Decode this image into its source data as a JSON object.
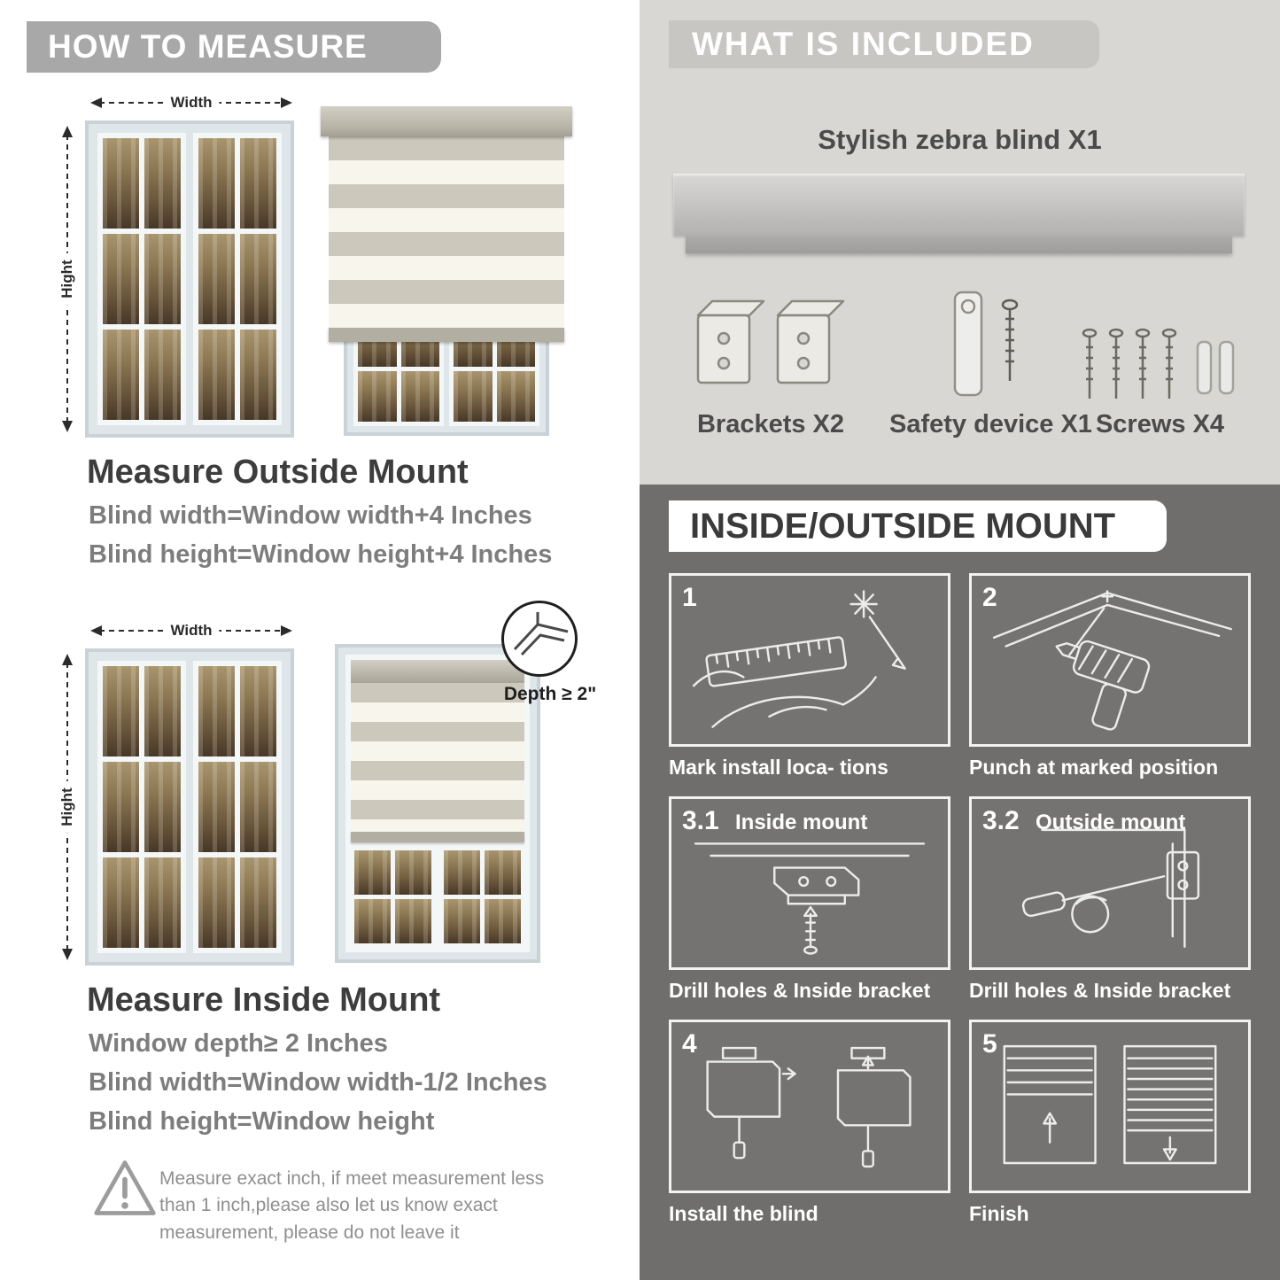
{
  "colors": {
    "left_banner": "#a8a8a8",
    "included_bg": "#d8d7d4",
    "included_banner": "#c7c6c3",
    "mount_bg": "#6f6e6c",
    "heading_text": "#3d3d3d",
    "subtext_gray": "#7d7d7d",
    "blind_stripe_gray": "#ccc8bb",
    "blind_stripe_cream": "#f8f5ec"
  },
  "how_to_measure": {
    "banner": "HOW TO MEASURE",
    "outside": {
      "width_label": "Width",
      "height_label": "Hight",
      "heading": "Measure Outside Mount",
      "lines": [
        "Blind width=Window width+4 Inches",
        "Blind height=Window height+4 Inches"
      ]
    },
    "inside": {
      "width_label": "Width",
      "height_label": "Hight",
      "depth_label": "Depth ≥ 2\"",
      "heading": "Measure Inside Mount",
      "lines": [
        "Window depth≥ 2 Inches",
        "Blind width=Window width-1/2 Inches",
        "Blind height=Window height"
      ]
    },
    "warning": "Measure exact inch, if meet measurement less than 1 inch,please also let us know exact measurement, please do not leave it"
  },
  "included": {
    "banner": "WHAT IS INCLUDED",
    "product_label": "Stylish zebra blind X1",
    "items": [
      {
        "label": "Brackets X2"
      },
      {
        "label": "Safety device X1"
      },
      {
        "label": "Screws X4"
      }
    ]
  },
  "mount": {
    "banner": "INSIDE/OUTSIDE MOUNT",
    "steps": [
      {
        "num": "1",
        "title": "",
        "caption": "Mark install loca- tions"
      },
      {
        "num": "2",
        "title": "",
        "caption": "Punch at  marked position"
      },
      {
        "num": "3.1",
        "title": "Inside mount",
        "caption": "Drill holes &  Inside bracket"
      },
      {
        "num": "3.2",
        "title": "Outside mount",
        "caption": "Drill holes &  Inside bracket"
      },
      {
        "num": "4",
        "title": "",
        "caption": "Install the blind"
      },
      {
        "num": "5",
        "title": "",
        "caption": "Finish"
      }
    ]
  }
}
